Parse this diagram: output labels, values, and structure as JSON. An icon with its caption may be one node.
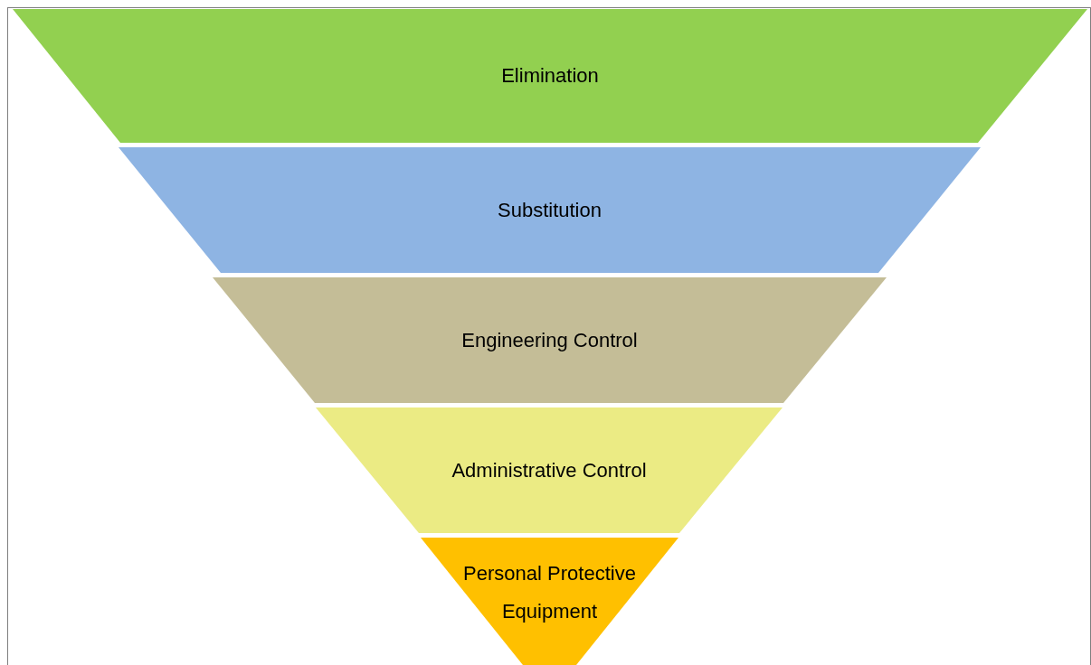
{
  "diagram": {
    "nodes": [
      {
        "text": [
          "Elimination"
        ]
      },
      {
        "text": [
          "Substitution"
        ]
      },
      {
        "text": [
          "Engineering Control"
        ]
      },
      {
        "text": [
          "Administrative Control"
        ]
      },
      {
        "text": [
          "Personal Protective Equipment"
        ]
      }
    ]
  }
}
